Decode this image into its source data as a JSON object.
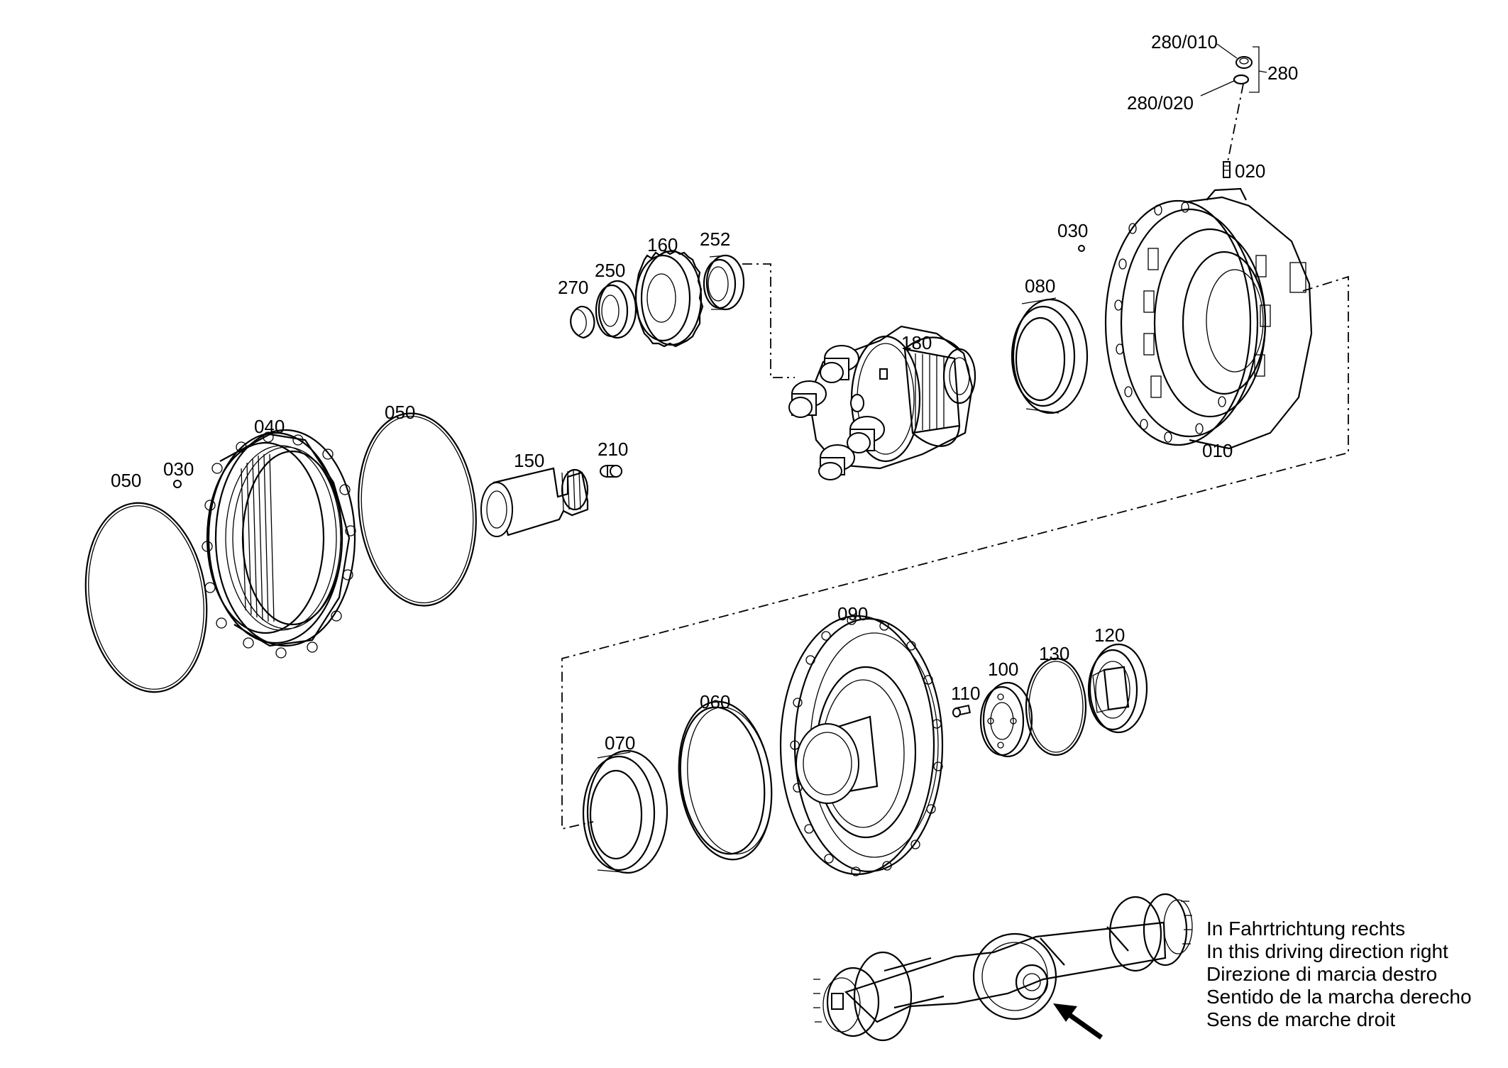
{
  "parts": {
    "p280_010": "280/010",
    "p280": "280",
    "p280_020": "280/020",
    "p020": "020",
    "p030_top": "030",
    "p080": "080",
    "p010": "010",
    "p180": "180",
    "p160": "160",
    "p252": "252",
    "p250": "250",
    "p270": "270",
    "p040": "040",
    "p050_right": "050",
    "p050_left": "050",
    "p030_left": "030",
    "p150": "150",
    "p210": "210",
    "p090": "090",
    "p060": "060",
    "p070": "070",
    "p110": "110",
    "p100": "100",
    "p130": "130",
    "p120": "120"
  },
  "note": {
    "line1": "In Fahrtrichtung rechts",
    "line2": "In this driving direction right",
    "line3": "Direzione di marcia destro",
    "line4": "Sentido de la marcha derecho",
    "line5": "Sens de marche droit"
  }
}
